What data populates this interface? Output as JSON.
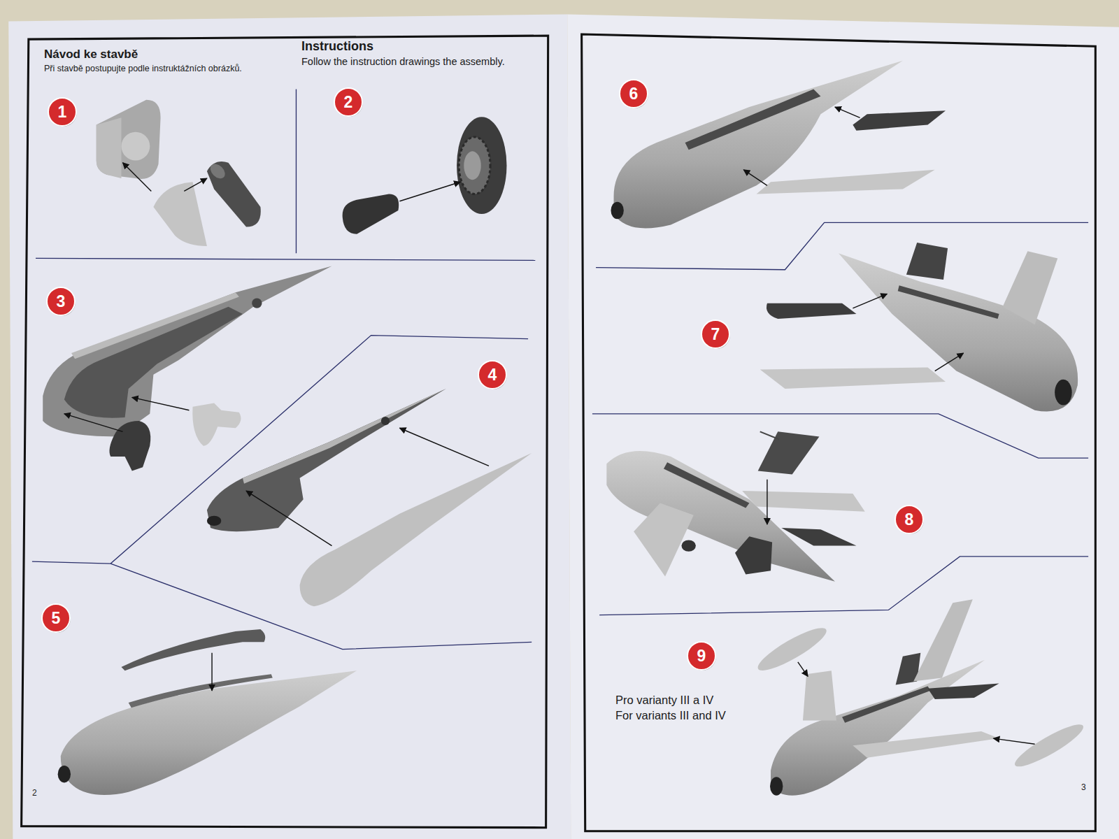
{
  "diagram": {
    "nodes": [
      {
        "text": [
          "1"
        ]
      },
      {
        "text": [
          "2"
        ]
      },
      {
        "text": [
          "3"
        ]
      },
      {
        "text": [
          "4"
        ]
      },
      {
        "text": [
          "5"
        ]
      },
      {
        "text": [
          "6"
        ]
      },
      {
        "text": [
          "7"
        ]
      },
      {
        "text": [
          "8"
        ]
      },
      {
        "text": [
          "9"
        ]
      }
    ],
    "labels": [
      "Návod ke stavbě",
      "Při stavbě postupujte podle instruktážních obrázků.",
      "Instructions",
      "Follow the instruction drawings the assembly.",
      "2",
      "Pro varianty III a IV",
      "For variants III and IV",
      "3"
    ]
  }
}
